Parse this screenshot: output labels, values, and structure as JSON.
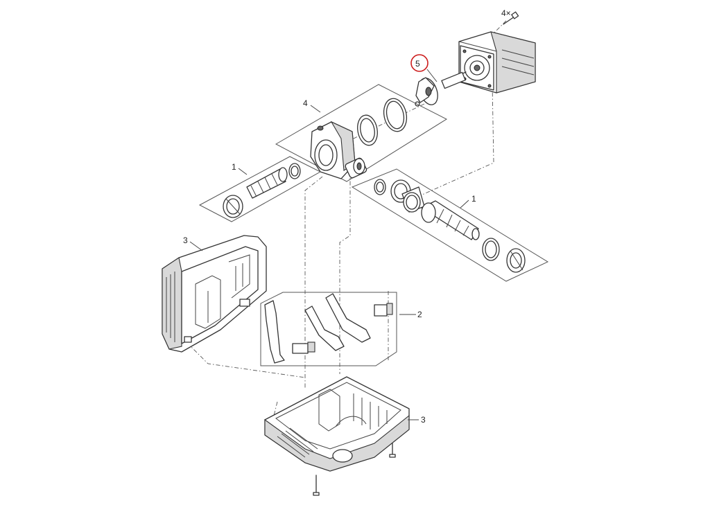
{
  "diagram": {
    "labels": {
      "screw_top": "4×",
      "impeller": "5",
      "pump_housing": "4",
      "connector_left": "1",
      "connector_right": "1",
      "housing_upper": "3",
      "inserts": "2",
      "housing_lower": "3"
    },
    "highlighted_part": "5",
    "highlight_color": "#cc1b1b"
  }
}
